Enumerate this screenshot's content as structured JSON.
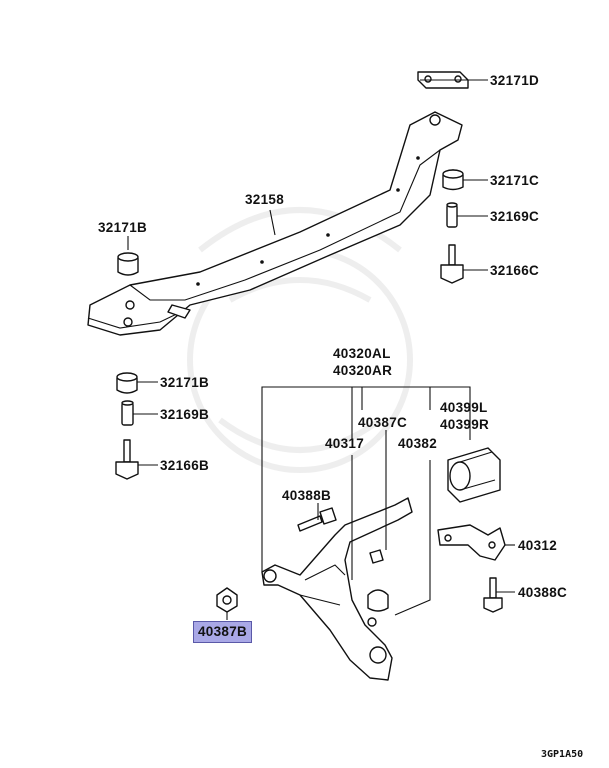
{
  "labels": {
    "p32171D": "32171D",
    "p32171C": "32171C",
    "p32169C": "32169C",
    "p32166C": "32166C",
    "p32158": "32158",
    "p32171B_top": "32171B",
    "p40320": "40320AL",
    "p40320b": "40320AR",
    "p32171B": "32171B",
    "p32169B": "32169B",
    "p32166B": "32166B",
    "p40387C": "40387C",
    "p40399L": "40399L",
    "p40399R": "40399R",
    "p40317": "40317",
    "p40382": "40382",
    "p40388B": "40388B",
    "p40312": "40312",
    "p40388C": "40388C",
    "p40387B": "40387B"
  },
  "diagram_code": "3GP1A50",
  "colors": {
    "highlight": "#a9a8e6",
    "line": "#111111"
  }
}
